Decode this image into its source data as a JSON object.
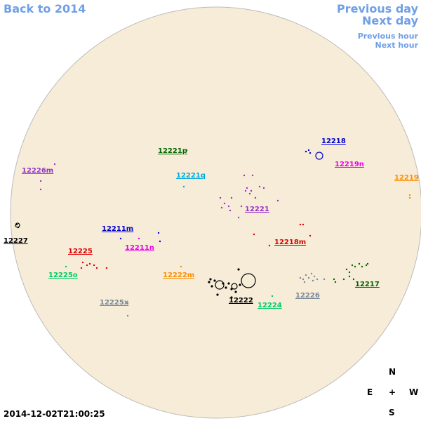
{
  "nav": {
    "back": "Back to 2014",
    "prev_day": "Previous day",
    "next_day": "Next day",
    "prev_hour": "Previous hour",
    "next_hour": "Next hour"
  },
  "timestamp": "2014-12-02T21:00:25",
  "compass": {
    "n": "N",
    "s": "S",
    "e": "E",
    "w": "W",
    "center": "+"
  },
  "colors": {
    "disk_fill": "#f7ecd7",
    "disk_stroke": "#bbbbbb",
    "nav_link": "#6f9fe6"
  },
  "regions": [
    {
      "id": "12218",
      "color": "#0000cc"
    },
    {
      "id": "12219n",
      "color": "#ee00ee"
    },
    {
      "id": "12219",
      "color": "#ff8c00"
    },
    {
      "id": "12221p",
      "color": "#006600"
    },
    {
      "id": "12221q",
      "color": "#00aadd"
    },
    {
      "id": "12226m",
      "color": "#9933cc"
    },
    {
      "id": "12221",
      "color": "#9933cc"
    },
    {
      "id": "12211m",
      "color": "#0000cc"
    },
    {
      "id": "12211n",
      "color": "#ee00ee"
    },
    {
      "id": "12218m",
      "color": "#dd0000"
    },
    {
      "id": "12227",
      "color": "#000000"
    },
    {
      "id": "12225",
      "color": "#dd0000"
    },
    {
      "id": "12225o",
      "color": "#00cc66"
    },
    {
      "id": "12222m",
      "color": "#ff8c00"
    },
    {
      "id": "12225x",
      "color": "#778899"
    },
    {
      "id": "12222",
      "color": "#000000"
    },
    {
      "id": "12224",
      "color": "#00cc66"
    },
    {
      "id": "12226",
      "color": "#778899"
    },
    {
      "id": "12217",
      "color": "#006600"
    }
  ]
}
